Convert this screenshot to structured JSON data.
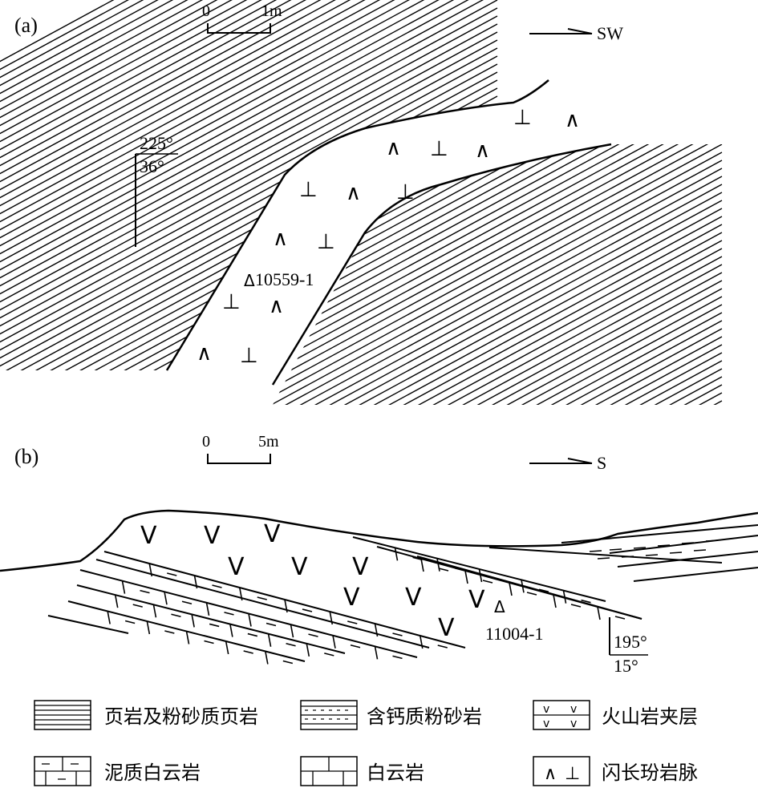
{
  "panel_a": {
    "label": "(a)",
    "scale": {
      "zero": "0",
      "end": "1m"
    },
    "direction": "SW",
    "attitude": {
      "dip_direction": "225°",
      "dip_angle": "36°"
    },
    "sample": "10559-1"
  },
  "panel_b": {
    "label": "(b)",
    "scale": {
      "zero": "0",
      "end": "5m"
    },
    "direction": "S",
    "attitude": {
      "dip_direction": "195°",
      "dip_angle": "15°"
    },
    "sample": "11004-1"
  },
  "legend": [
    {
      "key": "shale",
      "label": "页岩及粉砂质页岩"
    },
    {
      "key": "calc-siltstone",
      "label": "含钙质粉砂岩"
    },
    {
      "key": "volcanic",
      "label": "火山岩夹层"
    },
    {
      "key": "muddy-dolomite",
      "label": "泥质白云岩"
    },
    {
      "key": "dolomite",
      "label": "白云岩"
    },
    {
      "key": "diorite-porphyrite",
      "label": "闪长玢岩脉"
    }
  ],
  "symbols": {
    "lambda": "∧",
    "perp": "⊥",
    "vee": "V",
    "triangle": "Δ"
  }
}
